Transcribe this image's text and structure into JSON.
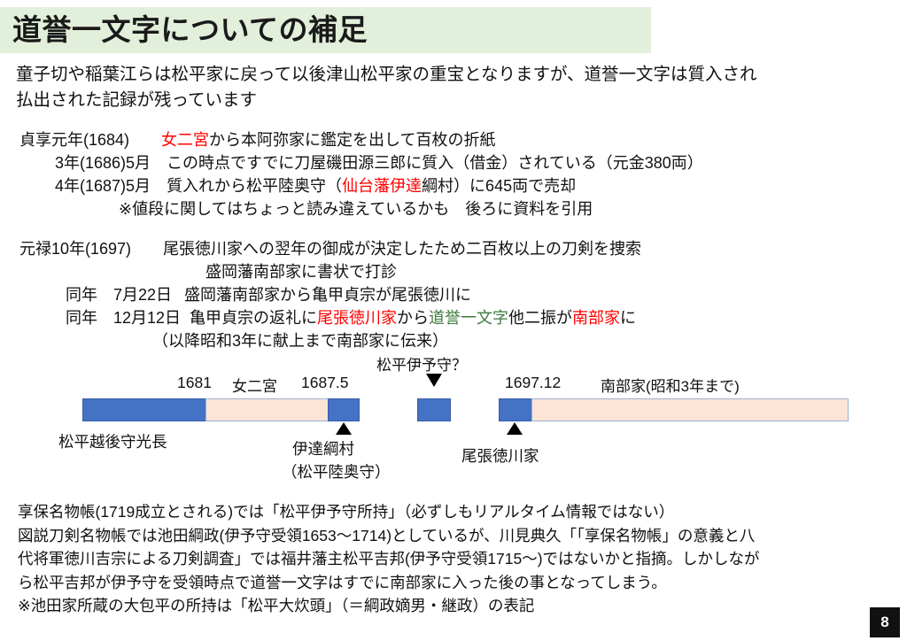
{
  "slide": {
    "title": "道誉一文字についての補足",
    "page_number": "8",
    "accent_green_band": "#E2EFDA",
    "bar_blue": "#4472C4",
    "bar_cream": "#FCE4D6",
    "highlight_red": "#FF0000",
    "highlight_green": "#3E7A3E"
  },
  "lead": {
    "line1": "童子切や稲葉江らは松平家に戻って以後津山松平家の重宝となりますが、道誉一文字は質入され",
    "line2": "払出された記録が残っています"
  },
  "records": [
    {
      "date": "貞享元年(1684)",
      "gap": "　　",
      "highlight": "女二宮",
      "highlight_color": "red",
      "text": "から本阿弥家に鑑定を出して百枚の折紙",
      "indent": 0
    },
    {
      "date": "3年(1686)5月",
      "gap": "　",
      "text": "この時点ですでに刀屋磯田源三郎に質入（借金）されている（元金380両）",
      "indent": 1
    },
    {
      "date": "4年(1687)5月",
      "gap": "　",
      "pre": "質入れから松平陸奥守（",
      "highlight": "仙台藩伊達",
      "highlight_color": "red",
      "post": "綱村）に645両で売却",
      "indent": 1
    },
    {
      "note": "※値段に関してはちょっと読み違えているかも　後ろに資料を引用",
      "indent": 2
    }
  ],
  "records2": [
    {
      "date": "元禄10年(1697)",
      "text": "尾張徳川家への翌年の御成が決定したため二百枚以上の刀剣を捜索"
    },
    {
      "text": "盛岡藩南部家に書状で打診"
    },
    {
      "date": "同年　7月22日",
      "text": "盛岡藩南部家から亀甲貞宗が尾張徳川に"
    },
    {
      "date": "同年　12月12日",
      "pre": "亀甲貞宗の返礼に",
      "h1": "尾張徳川家",
      "mid": "から",
      "h2": "道誉一文字",
      "mid2": "他二振が",
      "h3": "南部家",
      "post": "に"
    },
    {
      "text": "（以降昭和3年に献上まで南部家に伝来）"
    }
  ],
  "timeline": {
    "top_labels": {
      "start_year": "1681",
      "owner_mid": "女二宮",
      "year_1687": "1687.5",
      "matsudaira_iyo": "松平伊予守？",
      "year_1697": "1697.12",
      "nanbu": "南部家(昭和3年まで)"
    },
    "bottom_labels": {
      "mitsunaga": "松平越後守光長",
      "tsunamura_line1": "伊達綱村",
      "tsunamura_line2": "（松平陸奥守）",
      "owari": "尾張徳川家"
    }
  },
  "notes": {
    "line1": "享保名物帳(1719成立とされる)では「松平伊予守所持」（必ずしもリアルタイム情報ではない）",
    "line2": "図説刀剣名物帳では池田綱政(伊予守受領1653〜1714)としているが、川見典久「「享保名物帳」の意義と八",
    "line3": "代将軍徳川吉宗による刀剣調査」では福井藩主松平吉邦(伊予守受領1715〜)ではないかと指摘。しかしなが",
    "line4": "ら松平吉邦が伊予守を受領時点で道誉一文字はすでに南部家に入った後の事となってしまう。",
    "line5": "※池田家所蔵の大包平の所持は「松平大炊頭」（＝綱政嫡男・継政）の表記"
  }
}
